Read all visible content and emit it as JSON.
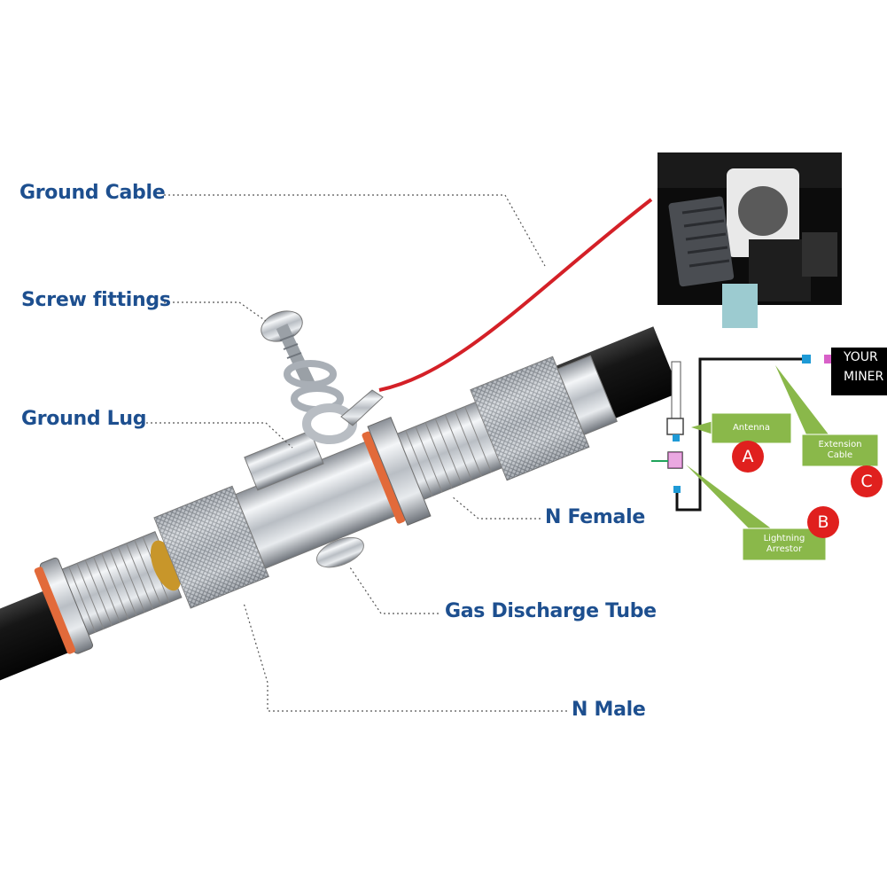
{
  "callouts": {
    "ground_cable": "Ground Cable",
    "screw_fittings": "Screw fittings",
    "ground_lug": "Ground Lug",
    "n_female": "N Female",
    "gas_discharge_tube": "Gas Discharge Tube",
    "n_male": "N Male"
  },
  "inset_diagram": {
    "antenna_label": "Antenna",
    "extension_cable_label": "Extension\nCable",
    "lightning_arrestor_label": "Lightning\nArrestor",
    "badge_a": "A",
    "badge_b": "B",
    "badge_c": "C",
    "miner_label": "YOUR\nMINER"
  },
  "colors": {
    "callout_text": "#1d4f8f",
    "ground_wire": "#d42027",
    "label_box": "#8ab84a",
    "badge": "#e0201e",
    "connector_blue": "#1e9ad6",
    "connector_pink": "#d860c8"
  }
}
